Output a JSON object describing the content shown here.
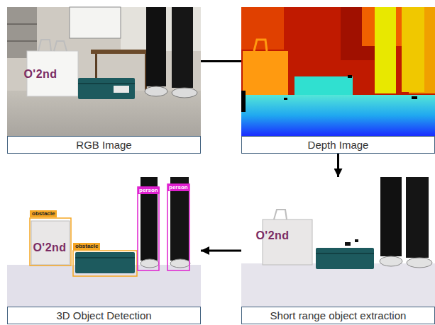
{
  "diagram": {
    "nodes": [
      {
        "text": [
          "RGB Image"
        ]
      },
      {
        "text": [
          "Depth Image"
        ]
      },
      {
        "text": [
          "Short range object extraction"
        ]
      },
      {
        "text": [
          "3D Object Detection"
        ]
      }
    ],
    "edges": [
      {
        "from": 0,
        "to": 1,
        "arrow": "none"
      },
      {
        "from": 1,
        "to": 2,
        "arrow": "to"
      },
      {
        "from": 2,
        "to": 3,
        "arrow": "to"
      }
    ],
    "labels": [
      "O'2nd",
      "O'2nd",
      "O'2nd",
      "obstacle",
      "obstacle",
      "person",
      "person"
    ]
  }
}
